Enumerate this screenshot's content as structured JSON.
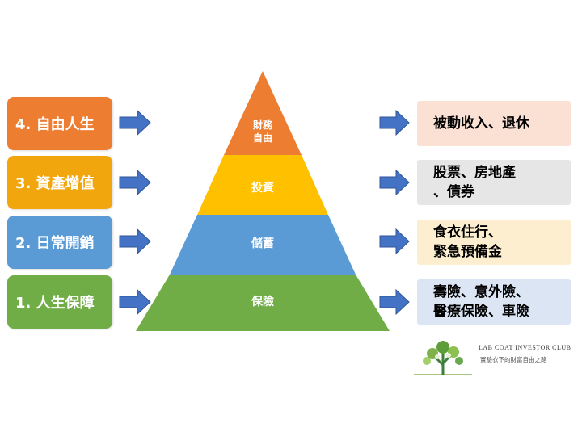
{
  "levels_left": [
    {
      "label": "4. 自由人生",
      "color": "#ed7d31"
    },
    {
      "label": "3. 資產增值",
      "color": "#f2a60d"
    },
    {
      "label": "2. 日常開銷",
      "color": "#5b9bd5"
    },
    {
      "label": "1. 人生保障",
      "color": "#70ad47"
    }
  ],
  "pyramid": {
    "top_line1": "財務",
    "top_line2": "自由",
    "layer2": "投資",
    "layer3": "儲蓄",
    "layer4": "保險",
    "colors": [
      "#ed7d31",
      "#ffc000",
      "#5b9bd5",
      "#70ad47"
    ]
  },
  "levels_right": [
    {
      "line1": "被動收入、退休",
      "line2": ""
    },
    {
      "line1": "股票、房地產",
      "line2": "、債券"
    },
    {
      "line1": "食衣住行、",
      "line2": "緊急預備金"
    },
    {
      "line1": "壽險、意外險、",
      "line2": "醫療保險、車險"
    }
  ],
  "arrow_color": "#4472c4",
  "logo": {
    "name": "LAB COAT INVESTOR CLUB",
    "tagline": "實驗衣下的財富自由之路",
    "icon": "tree-icon"
  }
}
